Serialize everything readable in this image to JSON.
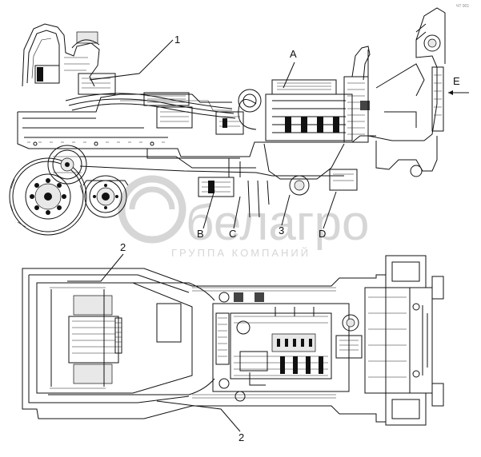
{
  "sheet": {
    "corner_mark": "ЧТ 001"
  },
  "watermark": {
    "brand": "белагро",
    "tagline": "ГРУППА КОМПАНИЙ"
  },
  "callouts": {
    "side_view": {
      "item_1": "1",
      "view_A": "A",
      "view_E": "E",
      "view_B": "B",
      "view_C": "C",
      "item_3": "3",
      "view_D": "D"
    },
    "top_view": {
      "item_2_upper": "2",
      "item_2_lower": "2"
    }
  }
}
